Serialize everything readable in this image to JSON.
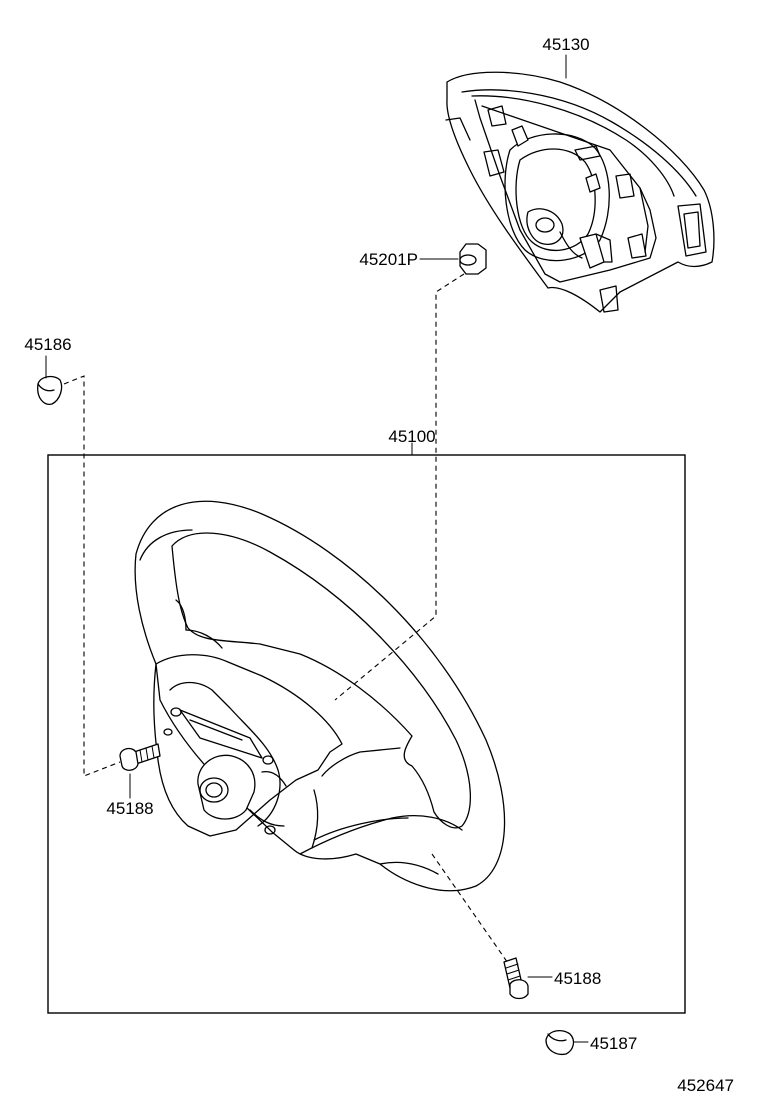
{
  "parts": {
    "airbag_pad": "45130",
    "pad_nut": "45201P",
    "cap_upper": "45186",
    "wheel_assembly": "45100",
    "screw_left": "45188",
    "screw_right": "45188",
    "cap_lower": "45187"
  },
  "diagram_id": "452647"
}
